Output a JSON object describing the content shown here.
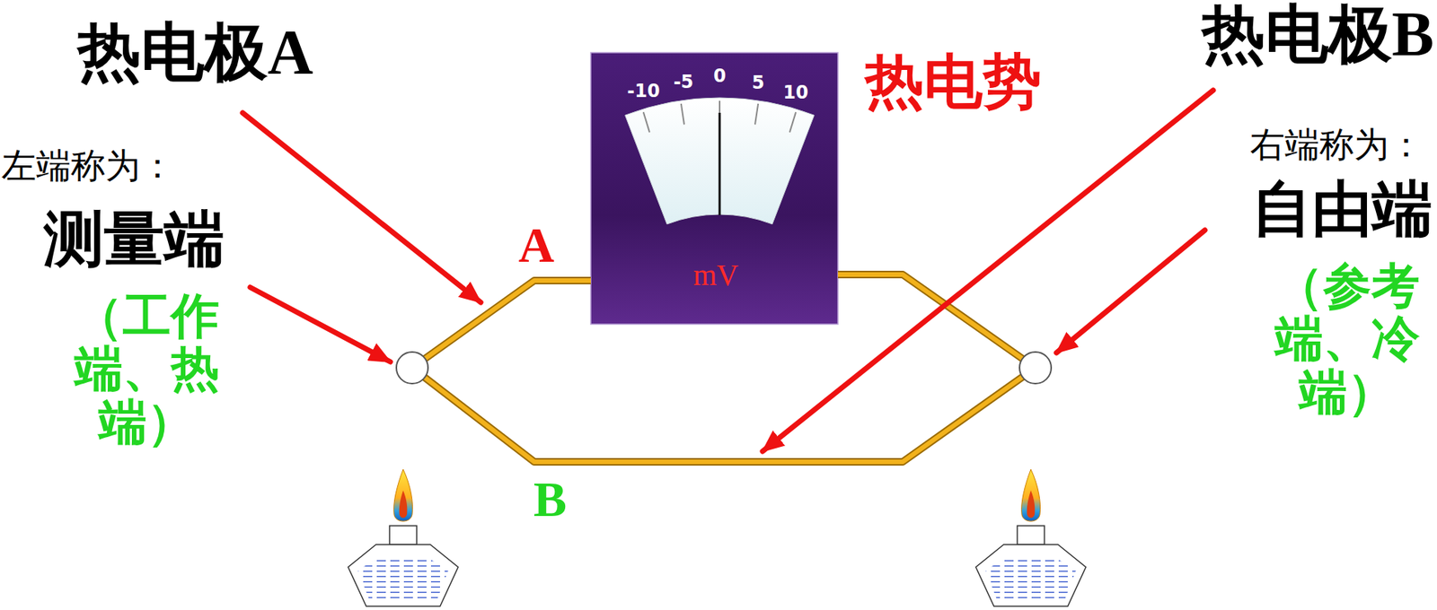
{
  "diagram": {
    "nodes": [
      {
        "text": [
          "-10",
          "-5",
          "0",
          "5",
          "10",
          "mV"
        ]
      }
    ],
    "labels": [
      "热电极A",
      "左端称为：",
      "测量端",
      "（工作端、热端）",
      "A",
      "热电势",
      "热电极B",
      "右端称为：",
      "自由端",
      "（参考端、冷端）",
      "B"
    ]
  }
}
